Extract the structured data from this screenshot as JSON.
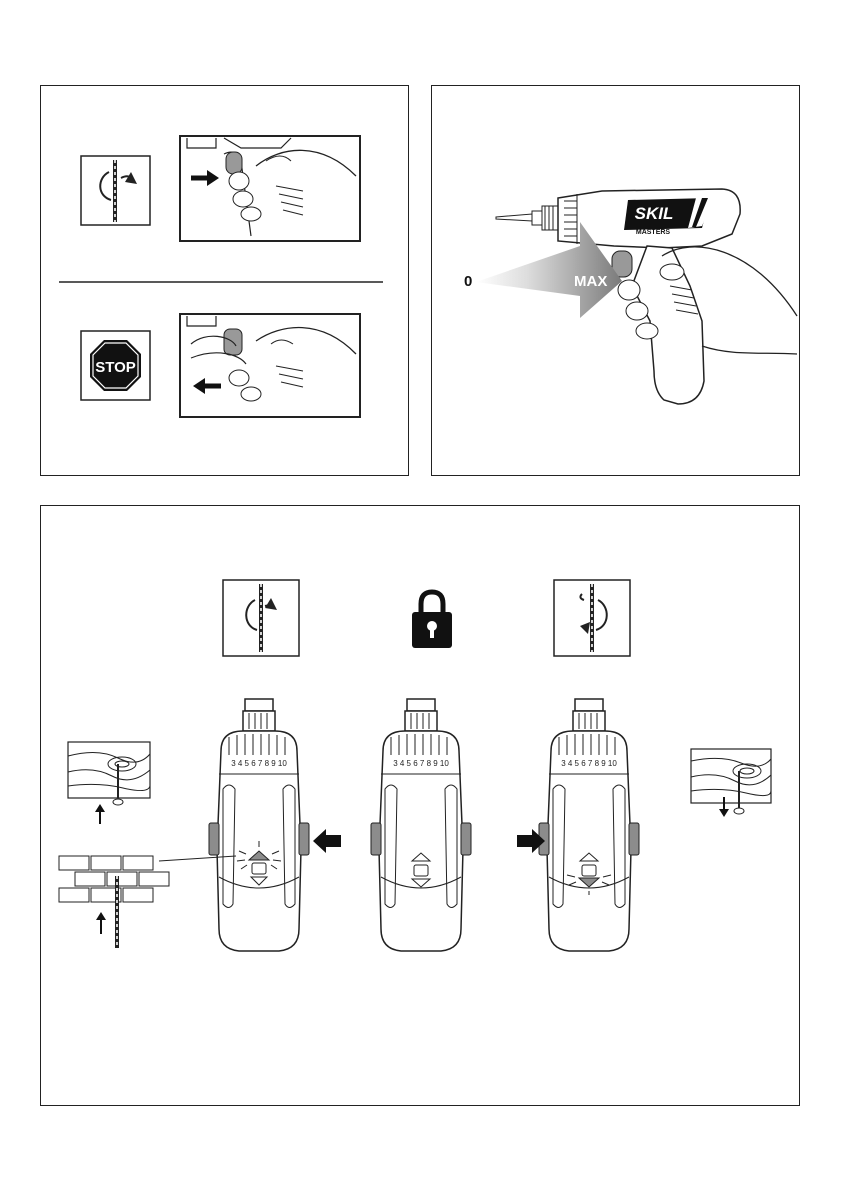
{
  "figure1": {
    "start_icon": "rotation-arrow-icon",
    "stop_sign_text": "STOP"
  },
  "figure2": {
    "brand": "SKIL",
    "model": "MASTERS",
    "speed_min": "0",
    "speed_max": "MAX"
  },
  "figure3": {
    "modes": [
      "forward-rotation-icon",
      "lock-icon",
      "reverse-rotation-icon"
    ],
    "dial_numbers": [
      "3",
      "4",
      "5",
      "6",
      "7",
      "8",
      "9",
      "10"
    ]
  },
  "colors": {
    "line": "#222222",
    "grey": "#8c8c8c",
    "light": "#d0d0d0"
  }
}
